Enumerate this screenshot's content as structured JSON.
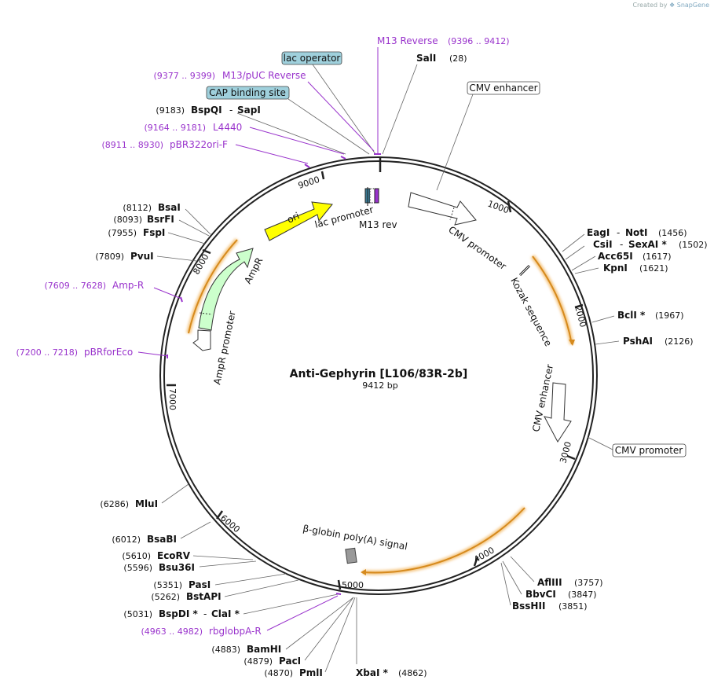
{
  "watermark": {
    "created_by": "Created by",
    "brand": "SnapGene"
  },
  "plasmid": {
    "name": "Anti-Gephyrin [L106/83R-2b]",
    "size_label": "9412 bp"
  },
  "ticks": [
    "1000",
    "2000",
    "3000",
    "4000",
    "5000",
    "6000",
    "7000",
    "8000",
    "9000"
  ],
  "features": [
    {
      "id": "ori",
      "label": "ori",
      "color": "#ffff00"
    },
    {
      "id": "ampr",
      "label": "AmpR",
      "color": "#ccffcc"
    },
    {
      "id": "ampr-promoter",
      "label": "AmpR promoter",
      "color": "#ffffff"
    },
    {
      "id": "lac-promoter",
      "label": "lac promoter",
      "color": "#ffffff"
    },
    {
      "id": "m13-rev",
      "label": "M13 rev",
      "color": "#9933cc"
    },
    {
      "id": "cmv-promoter-1",
      "label": "CMV promoter",
      "color": "#ffffff"
    },
    {
      "id": "kozak",
      "label": "Kozak sequence",
      "color": "#000000"
    },
    {
      "id": "cmv-enhancer-2",
      "label": "CMV enhancer",
      "color": "#ffffff"
    },
    {
      "id": "polya",
      "label": "β-globin poly(A) signal",
      "color": "#999999"
    }
  ],
  "boxed_labels": [
    {
      "id": "lac-operator",
      "text": "lac operator",
      "fill": "#9fd0dc"
    },
    {
      "id": "cap-binding-site",
      "text": "CAP binding site",
      "fill": "#9fd0dc"
    },
    {
      "id": "cmv-enhancer-box",
      "text": "CMV enhancer",
      "fill": "#ffffff"
    },
    {
      "id": "cmv-promoter-box",
      "text": "CMV promoter",
      "fill": "#ffffff"
    }
  ],
  "primers": [
    {
      "id": "m13-reverse",
      "range": "(9396 .. 9412)",
      "name": "M13 Reverse"
    },
    {
      "id": "m13-puc-reverse",
      "range": "(9377 .. 9399)",
      "name": "M13/pUC Reverse"
    },
    {
      "id": "l4440",
      "range": "(9164 .. 9181)",
      "name": "L4440"
    },
    {
      "id": "pbr322ori-f",
      "range": "(8911 .. 8930)",
      "name": "pBR322ori-F"
    },
    {
      "id": "amp-r",
      "range": "(7609 .. 7628)",
      "name": "Amp-R"
    },
    {
      "id": "pbrforeco",
      "range": "(7200 .. 7218)",
      "name": "pBRforEco"
    },
    {
      "id": "rbglobpa-r",
      "range": "(4963 .. 4982)",
      "name": "rbglobpA-R"
    }
  ],
  "sites": [
    {
      "id": "sali",
      "name": "SalI",
      "pos": "(28)"
    },
    {
      "id": "bspqi",
      "pos": "(9183)",
      "name": "BspQI",
      "name2": "SapI"
    },
    {
      "id": "eagi",
      "name": "EagI",
      "name2": "NotI",
      "pos": "(1456)"
    },
    {
      "id": "csii",
      "name": "CsiI",
      "name2": "SexAI *",
      "pos": "(1502)"
    },
    {
      "id": "acc65i",
      "name": "Acc65I",
      "pos": "(1617)"
    },
    {
      "id": "kpni",
      "name": "KpnI",
      "pos": "(1621)"
    },
    {
      "id": "bcli",
      "name": "BclI *",
      "pos": "(1967)"
    },
    {
      "id": "pshai",
      "name": "PshAI",
      "pos": "(2126)"
    },
    {
      "id": "aflIII",
      "name": "AflIII",
      "pos": "(3757)"
    },
    {
      "id": "bbvci",
      "name": "BbvCI",
      "pos": "(3847)"
    },
    {
      "id": "bsshii",
      "name": "BssHII",
      "pos": "(3851)"
    },
    {
      "id": "bsai",
      "pos": "(8112)",
      "name": "BsaI"
    },
    {
      "id": "bsrfi",
      "pos": "(8093)",
      "name": "BsrFI"
    },
    {
      "id": "fspi",
      "pos": "(7955)",
      "name": "FspI"
    },
    {
      "id": "pvui",
      "pos": "(7809)",
      "name": "PvuI"
    },
    {
      "id": "mlui",
      "pos": "(6286)",
      "name": "MluI"
    },
    {
      "id": "bsabi",
      "pos": "(6012)",
      "name": "BsaBI"
    },
    {
      "id": "ecorv",
      "pos": "(5610)",
      "name": "EcoRV"
    },
    {
      "id": "bsu36i",
      "pos": "(5596)",
      "name": "Bsu36I"
    },
    {
      "id": "pasi",
      "pos": "(5351)",
      "name": "PasI"
    },
    {
      "id": "bstapi",
      "pos": "(5262)",
      "name": "BstAPI"
    },
    {
      "id": "bspdi",
      "pos": "(5031)",
      "name": "BspDI *",
      "name2": "ClaI *"
    },
    {
      "id": "bamhi",
      "pos": "(4883)",
      "name": "BamHI"
    },
    {
      "id": "paci",
      "pos": "(4879)",
      "name": "PacI"
    },
    {
      "id": "pmli",
      "pos": "(4870)",
      "name": "PmlI"
    },
    {
      "id": "xbai",
      "name": "XbaI *",
      "pos": "(4862)"
    }
  ]
}
